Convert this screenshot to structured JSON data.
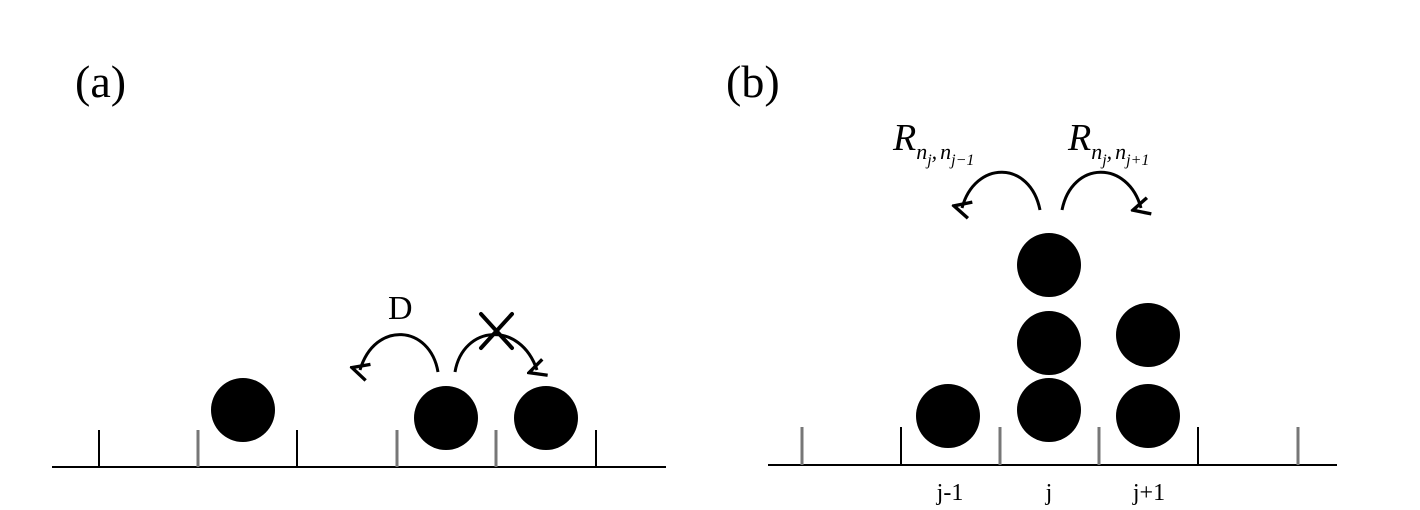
{
  "panel_a": {
    "label": "(a)",
    "hop_label": "D"
  },
  "panel_b": {
    "label": "(b)",
    "rate_left": {
      "symbol": "R",
      "sub_main": "n",
      "sub_main_index": "j",
      "sub_sep": ",",
      "sub_second": "n",
      "sub_second_index": "j−1"
    },
    "rate_right": {
      "symbol": "R",
      "sub_main": "n",
      "sub_main_index": "j",
      "sub_sep": ",",
      "sub_second": "n",
      "sub_second_index": "j+1"
    },
    "site_labels": [
      "j-1",
      "j",
      "j+1"
    ]
  }
}
